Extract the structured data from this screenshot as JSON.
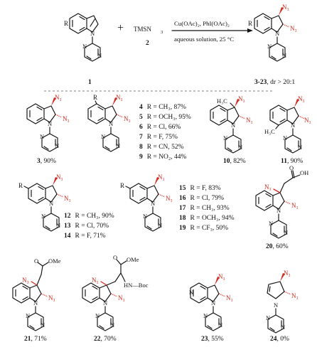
{
  "reaction": {
    "reactant_label": "1",
    "reagent_formula": "TMSN",
    "reagent_sub": "3",
    "reagent_label": "2",
    "catalyst_line": "Cu(OAc)₂, PhI(OAc)₂",
    "solvent_line": "aqueous solution, 25 °C",
    "product_range": "3-23",
    "product_dr": ", dr > 20:1",
    "r_group": "R",
    "plus": "+"
  },
  "atoms": {
    "n": "N",
    "n3": "N₃",
    "r": "R",
    "ch3": "H₃C",
    "ch3b": "CH₃",
    "oh": "OH",
    "o": "O",
    "ome": "OMe",
    "nh_boc": "HN—Boc"
  },
  "entries": [
    {
      "num": "3",
      "yield": ", 90%"
    },
    {
      "num": "4",
      "text": "R = CH₃, 87%"
    },
    {
      "num": "5",
      "text": "R = OCH₃, 95%"
    },
    {
      "num": "6",
      "text": "R = Cl, 66%"
    },
    {
      "num": "7",
      "text": "R = F, 75%"
    },
    {
      "num": "8",
      "text": "R = CN, 52%"
    },
    {
      "num": "9",
      "text": "R = NO₂, 44%"
    },
    {
      "num": "10",
      "yield": ", 82%"
    },
    {
      "num": "11",
      "yield": ", 90%"
    },
    {
      "num": "12",
      "text": "R = CH₃, 90%"
    },
    {
      "num": "13",
      "text": "R = Cl, 70%"
    },
    {
      "num": "14",
      "text": "R = F, 71%"
    },
    {
      "num": "15",
      "text": "R = F, 83%"
    },
    {
      "num": "16",
      "text": "R = Cl, 79%"
    },
    {
      "num": "17",
      "text": "R = CH₃, 93%"
    },
    {
      "num": "18",
      "text": "R = OCH₃, 94%"
    },
    {
      "num": "19",
      "text": "R = CF₃, 50%"
    },
    {
      "num": "20",
      "yield": ", 60%"
    },
    {
      "num": "21",
      "yield": ", 71%"
    },
    {
      "num": "22",
      "yield": ", 70%"
    },
    {
      "num": "23",
      "yield": ", 55%"
    },
    {
      "num": "24",
      "yield": ", 0%"
    }
  ]
}
